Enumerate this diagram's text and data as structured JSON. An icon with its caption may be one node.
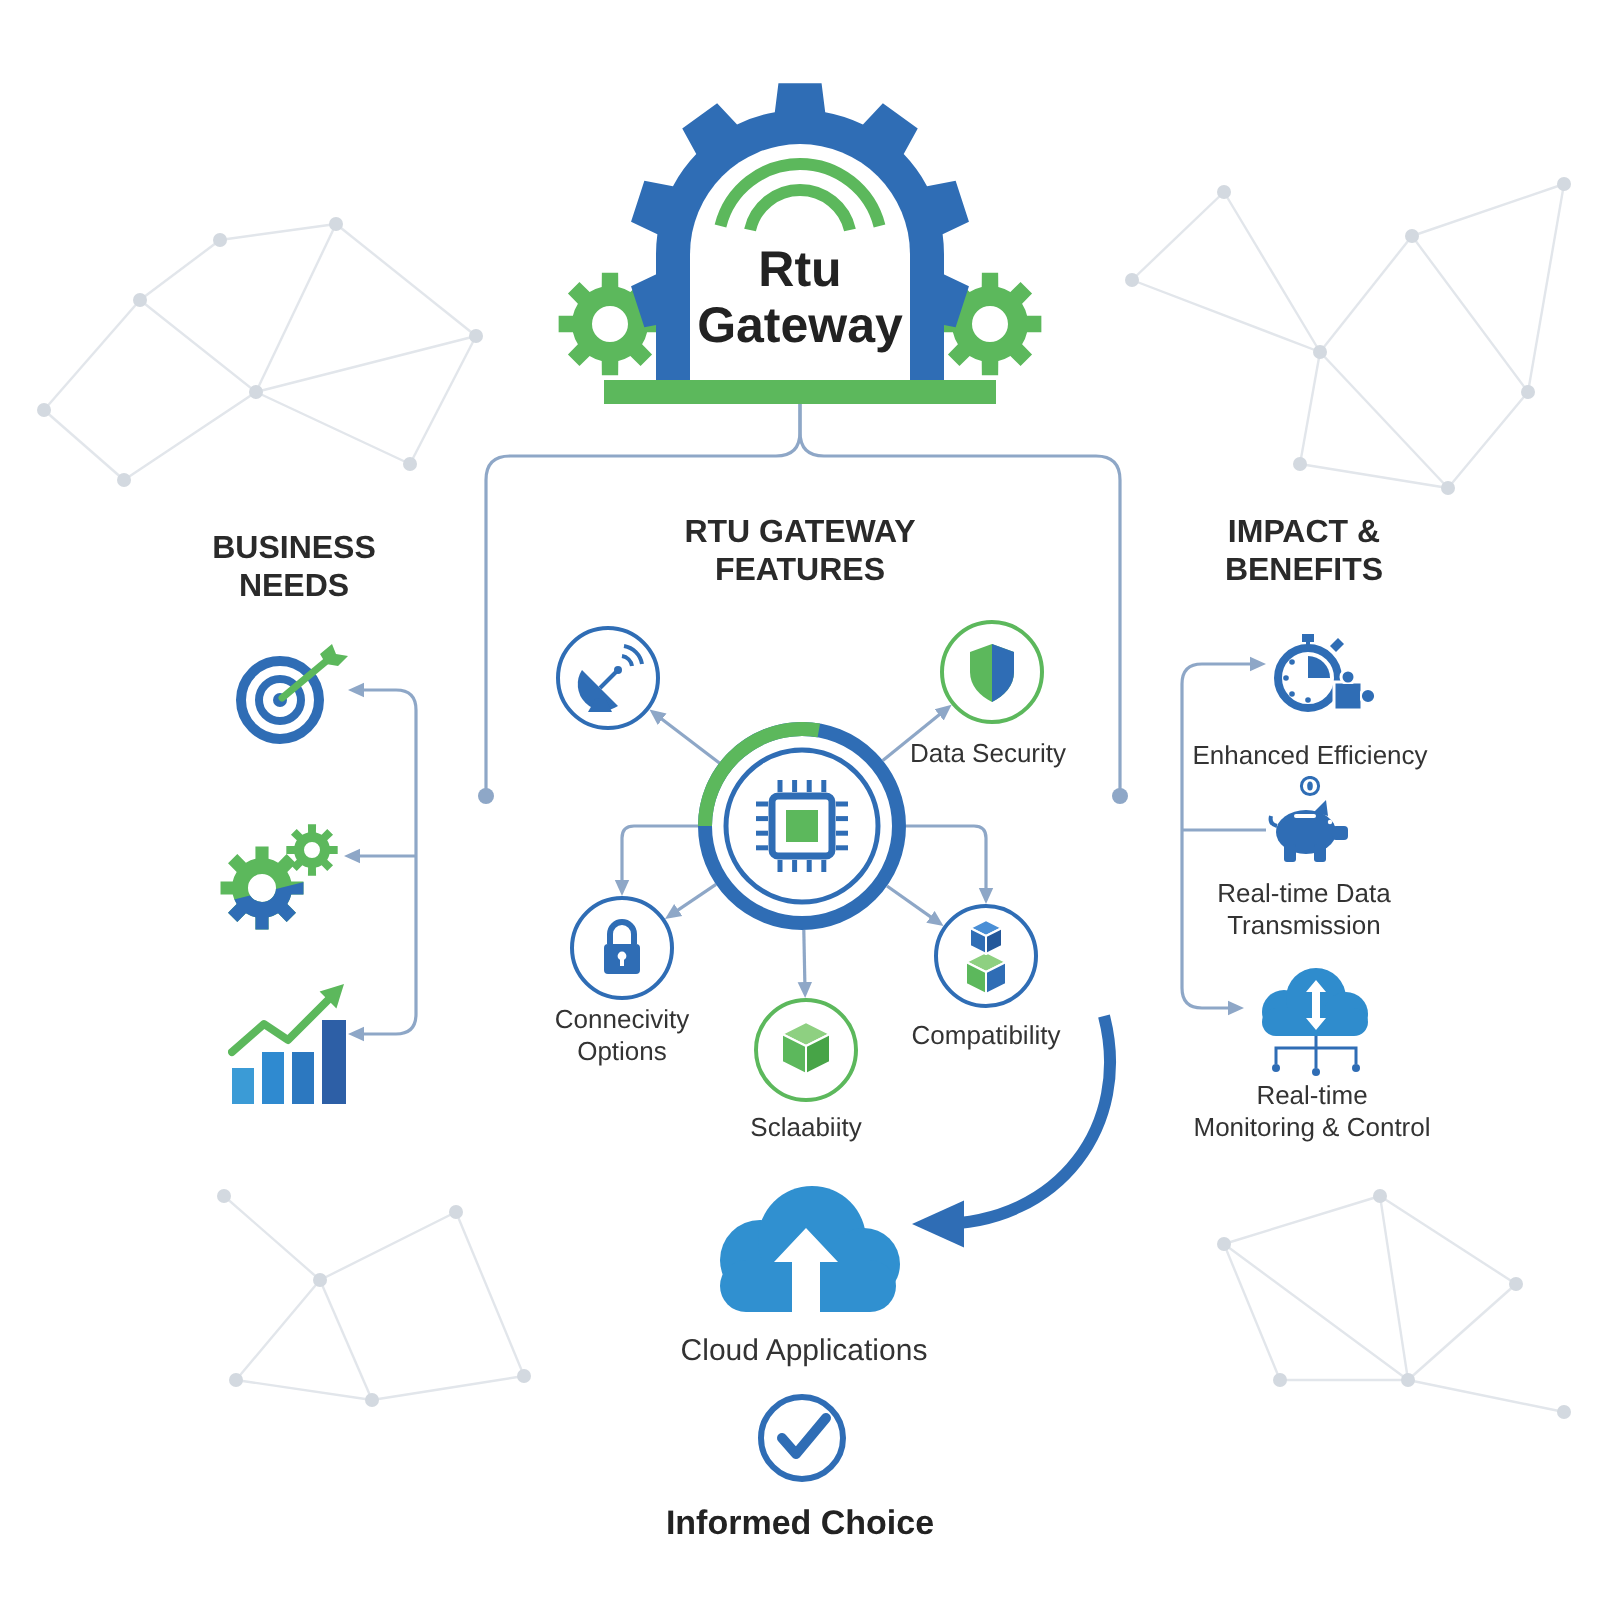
{
  "diagram": {
    "nodes": [
      {
        "text": [
          "Rtu Gateway"
        ]
      },
      {
        "text": [],
        "shape": "picture"
      },
      {
        "text": [],
        "shape": "picture"
      },
      {
        "text": [],
        "shape": "picture"
      },
      {
        "text": [],
        "shape": "circle"
      },
      {
        "text": [
          "Data Security"
        ]
      },
      {
        "text": [],
        "shape": "circle"
      },
      {
        "text": [
          "Connecivity Options"
        ]
      },
      {
        "text": [
          "Sclaabiity"
        ]
      },
      {
        "text": [
          "Compatibility"
        ]
      },
      {
        "text": [
          "Enhanced Efficiency"
        ]
      },
      {
        "text": [
          "Real-time Data Transmission"
        ]
      },
      {
        "text": [
          "Real-time Monitoring & Control"
        ]
      },
      {
        "text": [
          "Cloud Applications"
        ]
      },
      {
        "text": [
          "Informed Choice"
        ]
      }
    ],
    "edges": [
      {
        "from": 0,
        "to": null,
        "arrow": "other"
      },
      {
        "from": 0,
        "to": null,
        "arrow": "other"
      },
      {
        "from": null,
        "to": 1,
        "arrow": "to"
      },
      {
        "from": null,
        "to": 2,
        "arrow": "to"
      },
      {
        "from": null,
        "to": 3,
        "arrow": "to"
      },
      {
        "from": 6,
        "to": 4,
        "arrow": "to"
      },
      {
        "from": 6,
        "to": 5,
        "arrow": "to"
      },
      {
        "from": 6,
        "to": 7,
        "arrow": "to"
      },
      {
        "from": 6,
        "to": 7,
        "arrow": "to"
      },
      {
        "from": 6,
        "to": 8,
        "arrow": "to"
      },
      {
        "from": 6,
        "to": 9,
        "arrow": "to"
      },
      {
        "from": 6,
        "to": 9,
        "arrow": "to"
      },
      {
        "from": null,
        "to": 10,
        "arrow": "to"
      },
      {
        "from": null,
        "to": 11,
        "arrow": "none"
      },
      {
        "from": null,
        "to": 12,
        "arrow": "to"
      },
      {
        "from": null,
        "to": 13,
        "arrow": "to",
        "style": "thick",
        "color": "#2f6db5"
      }
    ],
    "labels": [
      "BUSINESS NEEDS",
      "RTU GATEWAY FEATURES",
      "IMPACT & BENEFITS"
    ]
  }
}
